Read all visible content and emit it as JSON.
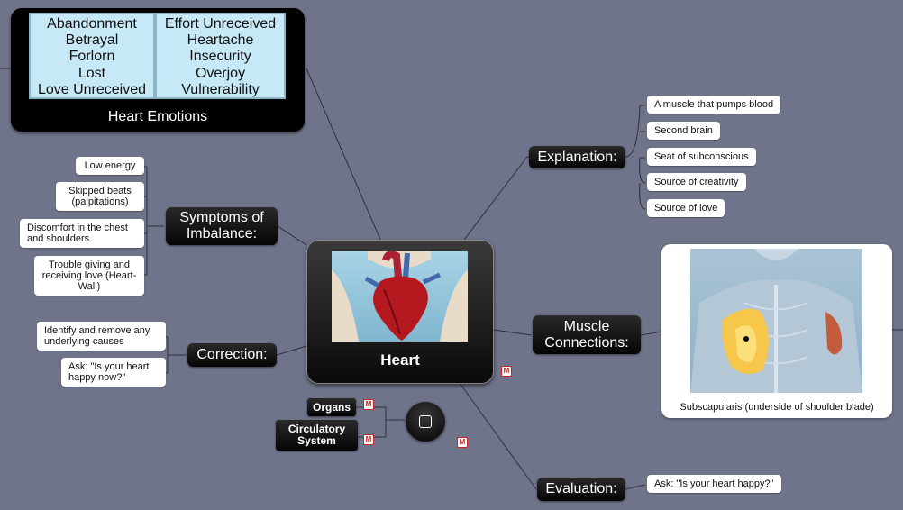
{
  "central": {
    "label": "Heart"
  },
  "emotions": {
    "title": "Heart Emotions",
    "left": [
      "Abandonment",
      "Betrayal",
      "Forlorn",
      "Lost",
      "Love Unreceived"
    ],
    "right": [
      "Effort Unreceived",
      "Heartache",
      "Insecurity",
      "Overjoy",
      "Vulnerability"
    ]
  },
  "explanation": {
    "label": "Explanation:",
    "items": [
      "A muscle that pumps blood",
      "Second brain",
      "Seat of subconscious",
      "Source of creativity",
      "Source of love"
    ]
  },
  "symptoms": {
    "label": "Symptoms of Imbalance:",
    "items": [
      "Low energy",
      "Skipped beats (palpitations)",
      "Discomfort in the chest and shoulders",
      "Trouble giving and receiving love (Heart-Wall)"
    ]
  },
  "correction": {
    "label": "Correction:",
    "items": [
      "Identify and remove any underlying causes",
      "Ask: \"Is your heart happy now?\""
    ]
  },
  "muscle": {
    "label": "Muscle Connections:",
    "caption": "Subscapularis (underside of shoulder blade)"
  },
  "evaluation": {
    "label": "Evaluation:",
    "item": "Ask: \"Is your heart happy?\""
  },
  "extras": {
    "organs": "Organs",
    "circulatory": "Circulatory System"
  },
  "colors": {
    "background": "#70748a",
    "node": "#000000",
    "emotion_cell": "#c7e9f7"
  }
}
